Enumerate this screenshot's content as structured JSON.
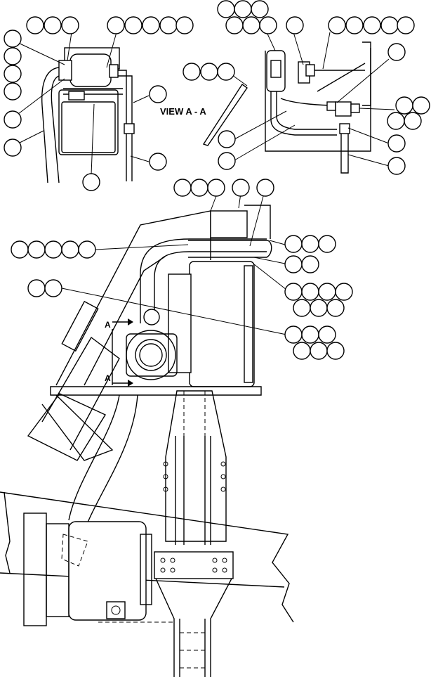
{
  "view_title": "VIEW A - A",
  "section_mark_upper": "A",
  "section_mark_lower": "A"
}
